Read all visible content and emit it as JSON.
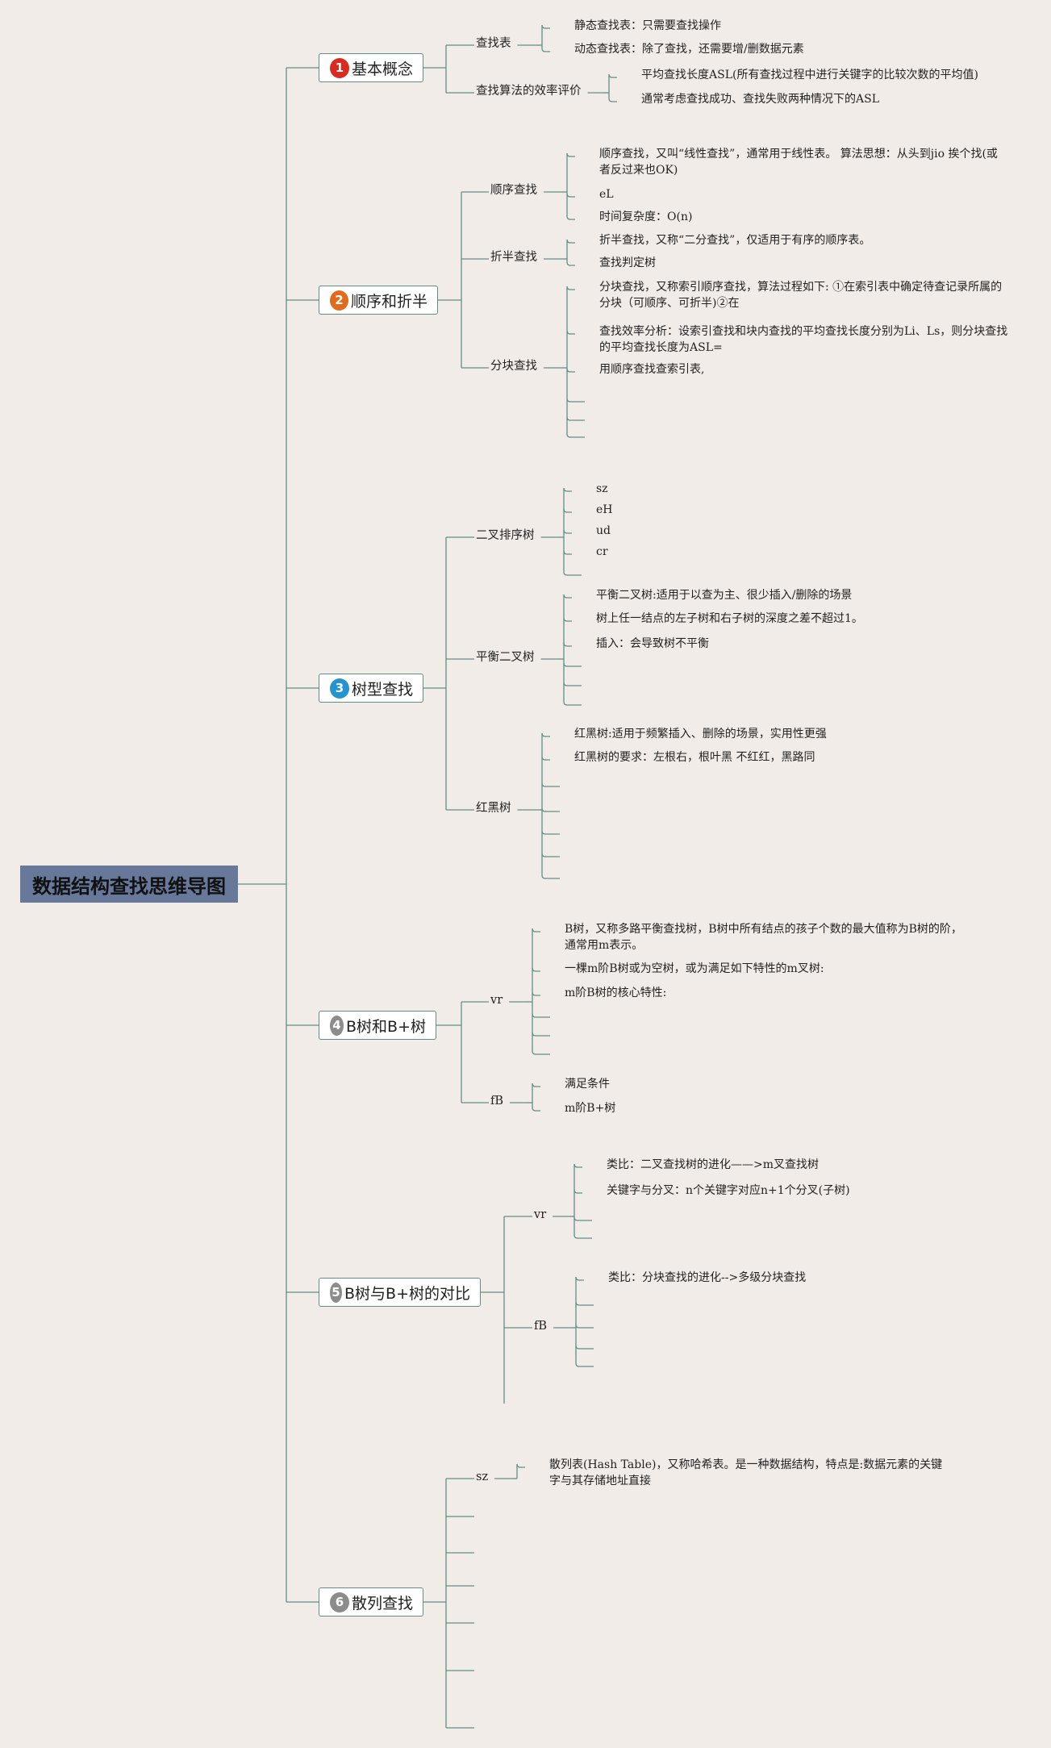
{
  "title": "数据结构查找思维导图",
  "colors": {
    "line": "#5f8f86",
    "root_bg": "#68789b",
    "background": "#f1ece8"
  },
  "sections": [
    {
      "number": "1",
      "label": "基本概念",
      "badge_color": "#d92b1f",
      "groups": [
        {
          "label": "查找表",
          "items": [
            "静态查找表：只需要查找操作",
            "动态查找表：除了查找，还需要增/删数据元素"
          ]
        },
        {
          "label": "查找算法的效率评价",
          "items": [
            "平均查找长度ASL(所有查找过程中进行关键字的比较次数的平均值)",
            "通常考虑查找成功、查找失败两种情况下的ASL"
          ]
        }
      ]
    },
    {
      "number": "2",
      "label": "顺序和折半",
      "badge_color": "#e26a1c",
      "groups": [
        {
          "label": "顺序查找",
          "items": [
            "顺序查找，又叫“线性查找”，通常用于线性表。 算法思想：从头到jio 挨个找(或者反过来也OK)",
            "eL",
            "时间复杂度：O(n)"
          ]
        },
        {
          "label": "折半查找",
          "items": [
            "折半查找，又称“二分查找”，仅适用于有序的顺序表。",
            "查找判定树"
          ]
        },
        {
          "label": "分块查找",
          "items": [
            "分块查找，又称索引顺序查找，算法过程如下: ①在索引表中确定待查记录所属的分块（可顺序、可折半)②在",
            "查找效率分析：设索引查找和块内查找的平均查找长度分别为Li、Ls，则分块查找的平均查找长度为ASL=",
            "用顺序查找查索引表,",
            "",
            "",
            ""
          ]
        }
      ]
    },
    {
      "number": "3",
      "label": "树型查找",
      "badge_color": "#2394d0",
      "groups": [
        {
          "label": "二叉排序树",
          "items": [
            "sz",
            "eH",
            "ud",
            "cr",
            ""
          ]
        },
        {
          "label": "平衡二叉树",
          "items": [
            "平衡二叉树:适用于以查为主、很少插入/删除的场景",
            "树上任一结点的左子树和右子树的深度之差不超过1。",
            "插入：会导致树不平衡",
            "",
            "",
            ""
          ]
        },
        {
          "label": "红黑树",
          "items": [
            "红黑树:适用于频繁插入、删除的场景，实用性更强",
            "红黑树的要求：左根右，根叶黑 不红红，黑路同",
            "",
            "",
            "",
            "",
            ""
          ]
        }
      ]
    },
    {
      "number": "4",
      "label": "B树和B+树",
      "badge_color": "#8c8c8c",
      "groups": [
        {
          "label": "vr",
          "items": [
            "B树，又称多路平衡查找树，B树中所有结点的孩子个数的最大值称为B树的阶，通常用m表示。",
            "一棵m阶B树或为空树，或为满足如下特性的m叉树:",
            "m阶B树的核心特性:",
            "",
            "",
            ""
          ]
        },
        {
          "label": "fB",
          "items": [
            "满足条件",
            "m阶B+树"
          ]
        }
      ]
    },
    {
      "number": "5",
      "label": "B树与B+树的对比",
      "badge_color": "#8c8c8c",
      "groups": [
        {
          "label": "vr",
          "items": [
            "类比：二叉查找树的进化——>m叉查找树",
            "关键字与分叉：n个关键字对应n+1个分叉(子树)",
            "",
            ""
          ]
        },
        {
          "label": "fB",
          "items": [
            "类比：分块查找的进化-->多级分块查找",
            "",
            "",
            "",
            ""
          ]
        },
        {
          "label": "",
          "items": []
        }
      ]
    },
    {
      "number": "6",
      "label": "散列查找",
      "badge_color": "#8c8c8c",
      "groups": [
        {
          "label": "sz",
          "items": [
            "散列表(Hash Table)，又称哈希表。是一种数据结构，特点是:数据元素的关键字与其存储地址直接"
          ]
        },
        {
          "label": "",
          "items": []
        },
        {
          "label": "",
          "items": []
        },
        {
          "label": "",
          "items": []
        },
        {
          "label": "",
          "items": []
        },
        {
          "label": "",
          "items": []
        },
        {
          "label": "",
          "items": []
        }
      ]
    }
  ]
}
